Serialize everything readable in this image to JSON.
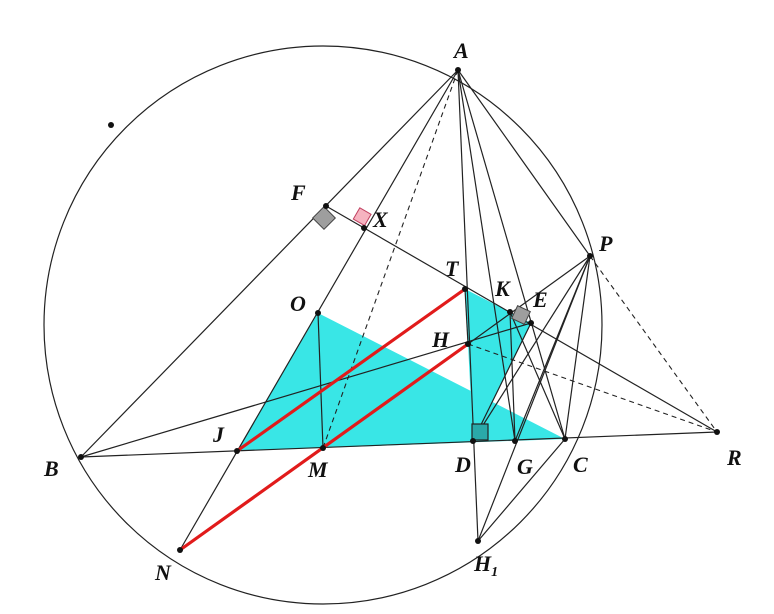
{
  "diagram": {
    "labels": {
      "A": "A",
      "B": "B",
      "C": "C",
      "D": "D",
      "E": "E",
      "F": "F",
      "G": "G",
      "H": "H",
      "H1_main": "H",
      "H1_sub": "1",
      "J": "J",
      "K": "K",
      "M": "M",
      "N": "N",
      "O": "O",
      "P": "P",
      "R": "R",
      "T": "T",
      "X": "X"
    },
    "colors": {
      "fill": "#39e6e6",
      "highlight_line": "#e11b1b",
      "right_angle_gray": "#9e9e9e",
      "right_angle_pink": "#f6b3c0",
      "right_angle_teal": "#2aa9a9",
      "stroke": "#222222"
    }
  }
}
